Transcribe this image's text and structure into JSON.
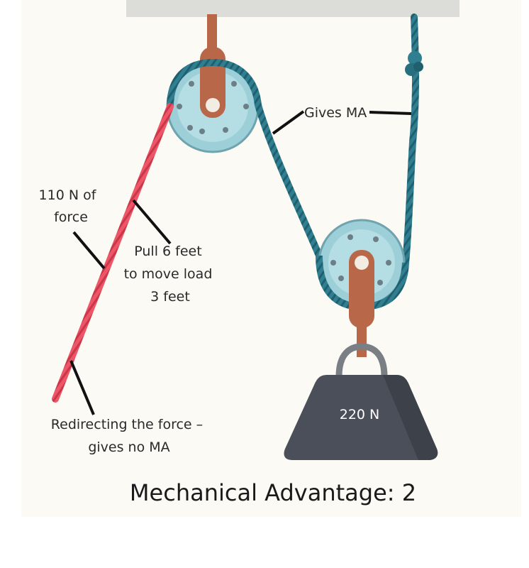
{
  "labels": {
    "force": [
      "110 N of",
      "force"
    ],
    "pull": [
      "Pull 6 feet",
      "to move load",
      "3 feet"
    ],
    "gives_ma": "Gives MA",
    "redirect": [
      "Redirecting the force –",
      "gives no MA"
    ],
    "weight": "220 N",
    "caption": "Mechanical Advantage: 2"
  },
  "colors": {
    "background": "#fcfaf4",
    "ceiling": "#dcdcd8",
    "pulley": "#9ccfd8",
    "rope_teal": "#2f7f90",
    "rope_red": "#ee5566",
    "bracket": "#b86848",
    "weight": "#4b4f59"
  }
}
